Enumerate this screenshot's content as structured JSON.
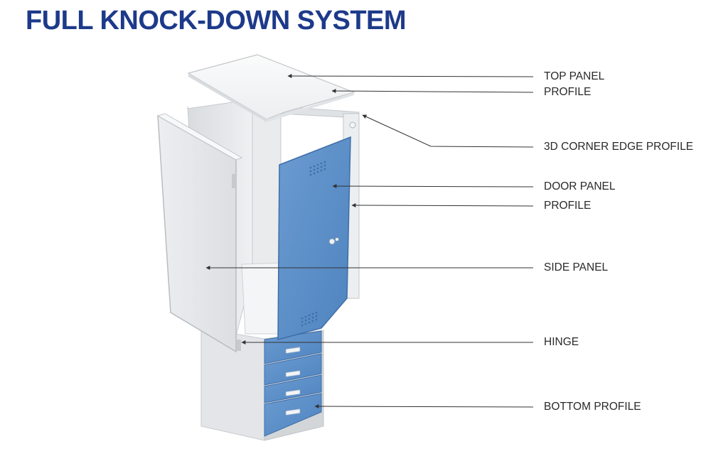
{
  "title": "FULL KNOCK-DOWN SYSTEM",
  "colors": {
    "title": "#1d3a8a",
    "door_blue": "#5b8fc7",
    "panel_grey": "#e6e8ea",
    "leader_line": "#333333"
  },
  "labels": {
    "top_panel": "TOP PANEL",
    "profile_top": "PROFILE",
    "corner_edge_profile": "3D CORNER EDGE PROFILE",
    "door_panel": "DOOR PANEL",
    "profile_door": "PROFILE",
    "side_panel": "SIDE PANEL",
    "hinge": "HINGE",
    "bottom_profile": "BOTTOM PROFILE"
  }
}
